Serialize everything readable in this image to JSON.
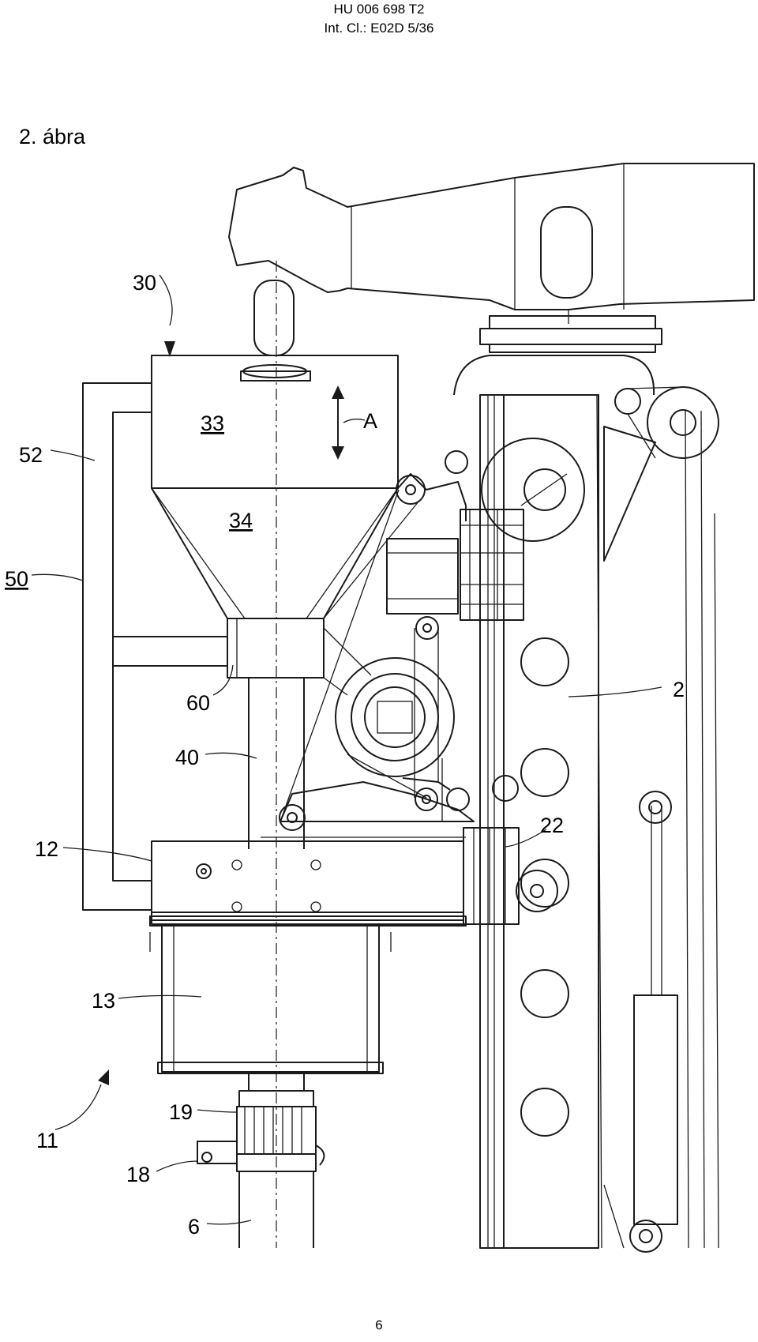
{
  "header": {
    "doc_number": "HU 006 698 T2",
    "classification": "Int. Cl.: E02D 5/36"
  },
  "figure": {
    "title": "2. ábra",
    "labels": {
      "l30": "30",
      "l33": "33",
      "lA": "A",
      "l52": "52",
      "l34": "34",
      "l50": "50",
      "l60": "60",
      "l2": "2",
      "l40": "40",
      "l12": "12",
      "l22": "22",
      "l13": "13",
      "l11": "11",
      "l19": "19",
      "l18": "18",
      "l6": "6"
    }
  },
  "footer": {
    "page_number": "6"
  }
}
